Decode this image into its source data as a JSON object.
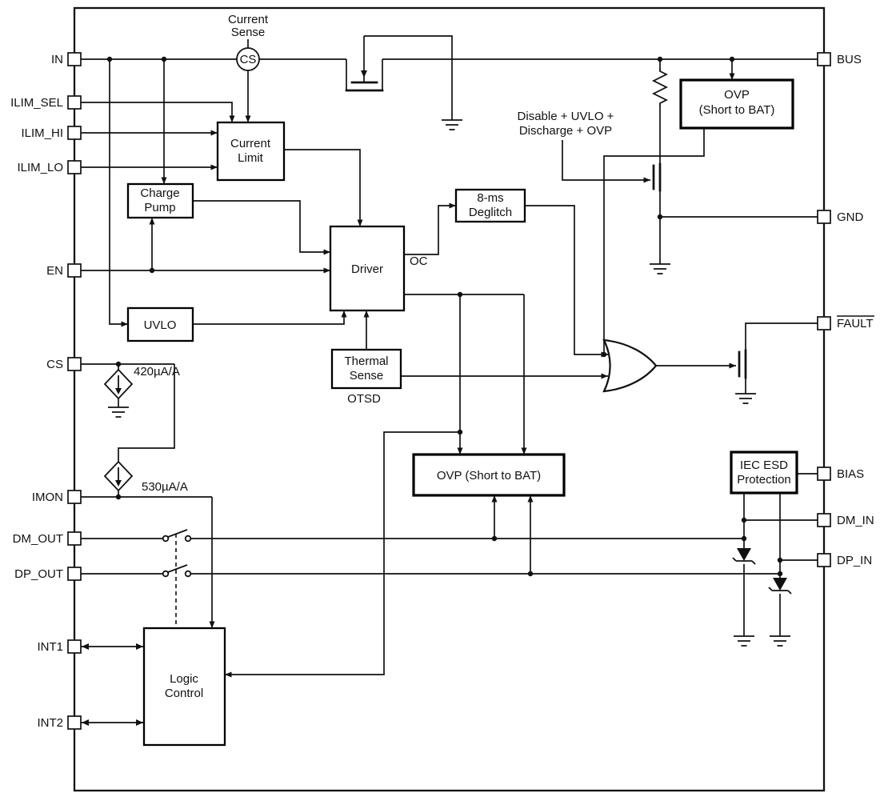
{
  "diagram": {
    "pins_left": [
      {
        "label": "IN"
      },
      {
        "label": "ILIM_SEL"
      },
      {
        "label": "ILIM_HI"
      },
      {
        "label": "ILIM_LO"
      },
      {
        "label": "EN"
      },
      {
        "label": "CS"
      },
      {
        "label": "IMON"
      },
      {
        "label": "DM_OUT"
      },
      {
        "label": "DP_OUT"
      },
      {
        "label": "INT1"
      },
      {
        "label": "INT2"
      }
    ],
    "pins_right": [
      {
        "label": "BUS"
      },
      {
        "label": "GND"
      },
      {
        "label": "FAULT"
      },
      {
        "label": "BIAS"
      },
      {
        "label": "DM_IN"
      },
      {
        "label": "DP_IN"
      }
    ],
    "blocks": {
      "current_limit": {
        "line1": "Current",
        "line2": "Limit"
      },
      "charge_pump": {
        "line1": "Charge",
        "line2": "Pump"
      },
      "driver": {
        "label": "Driver"
      },
      "uvlo": {
        "label": "UVLO"
      },
      "deglitch": {
        "line1": "8-ms",
        "line2": "Deglitch"
      },
      "ovp_top": {
        "line1": "OVP",
        "line2": "(Short to BAT)"
      },
      "thermal": {
        "line1": "Thermal",
        "line2": "Sense"
      },
      "ovp_mid": {
        "label": "OVP (Short to BAT)"
      },
      "iec_esd": {
        "line1": "IEC ESD",
        "line2": "Protection"
      },
      "logic": {
        "line1": "Logic",
        "line2": "Control"
      }
    },
    "labels": {
      "current_sense_1": "Current",
      "current_sense_2": "Sense",
      "cs_bubble": "CS",
      "oc": "OC",
      "otsd": "OTSD",
      "disable_1": "Disable + UVLO +",
      "disable_2": "Discharge + OVP",
      "gain_cs": "420µA/A",
      "gain_imon": "530µA/A"
    },
    "colors": {
      "line": "#111111",
      "block_border": "#000000",
      "background": "#ffffff"
    }
  }
}
